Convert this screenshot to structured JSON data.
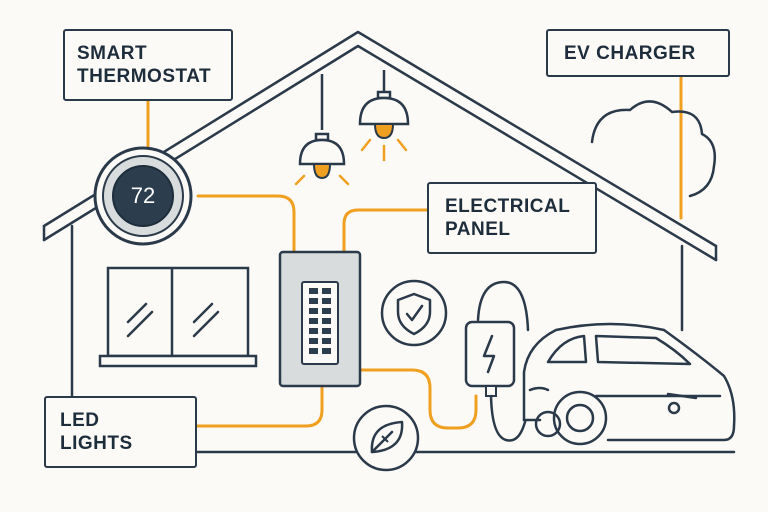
{
  "labels": {
    "smart_thermostat": {
      "line1": "SMART",
      "line2": "THERMOSTAT"
    },
    "ev_charger": {
      "line1": "EV CHARGER"
    },
    "electrical_panel": {
      "line1": "ELECTRICAL",
      "line2": "PANEL"
    },
    "led_lights": {
      "line1": "LED",
      "line2": "LIGHTS"
    }
  },
  "thermostat": {
    "temperature": "72"
  },
  "icons": [
    "thermostat-icon",
    "pendant-light-icon",
    "shield-check-icon",
    "leaf-icon",
    "ev-charger-icon",
    "electric-car-icon",
    "cloud-icon",
    "window-icon",
    "electrical-panel-icon"
  ],
  "colors": {
    "wire": "#f0a020",
    "outline": "#2a3a4a",
    "thermostat_face": "#2c3e4e",
    "panel_fill": "#d9dcdc",
    "bulb_glow": "#f0a020"
  }
}
